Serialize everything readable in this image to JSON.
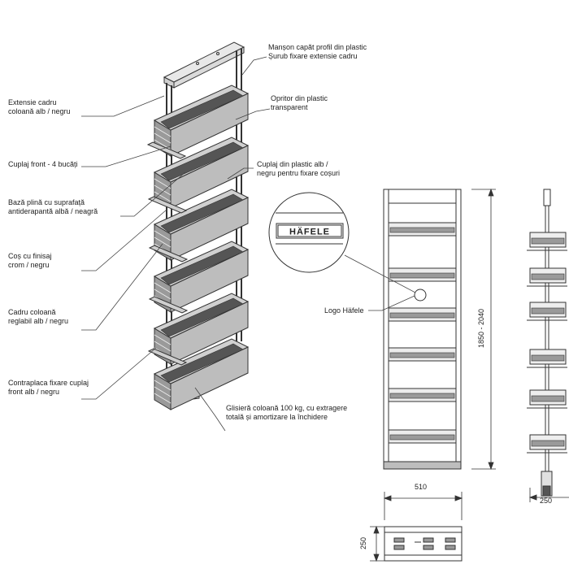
{
  "labels": {
    "sleeve_cap": [
      "Manșon capăt profil din plastic",
      "Șurub fixare extensie cadru"
    ],
    "frame_ext": [
      "Extensie cadru",
      "coloană alb / negru"
    ],
    "stop": [
      "Opritor din plastic",
      "transparent"
    ],
    "front_coupling": [
      "Cuplaj front - 4 bucăți"
    ],
    "plastic_coupling": [
      "Cuplaj din plastic alb /",
      "negru pentru fixare coșuri"
    ],
    "base": [
      "Bază plină cu suprafață",
      "antiderapantă albă / neagră"
    ],
    "basket": [
      "Coș cu finisaj",
      "crom / negru"
    ],
    "frame": [
      "Cadru coloană",
      "reglabil alb / negru"
    ],
    "logo": [
      "Logo Häfele"
    ],
    "counter_plate": [
      "Contraplaca fixare cuplaj",
      "front alb / negru"
    ],
    "slide": [
      "Glisieră coloană 100 kg, cu extragere",
      "totală și amortizare la închidere"
    ]
  },
  "logo_text": "HÄFELE",
  "dimensions": {
    "height": "1850 - 2040",
    "width": "510",
    "depth_side": "250",
    "depth_top": "250"
  },
  "colors": {
    "line": "#333333",
    "basket_fill": "#9a9a9a",
    "basket_dark": "#555555",
    "leader": "#444444"
  }
}
